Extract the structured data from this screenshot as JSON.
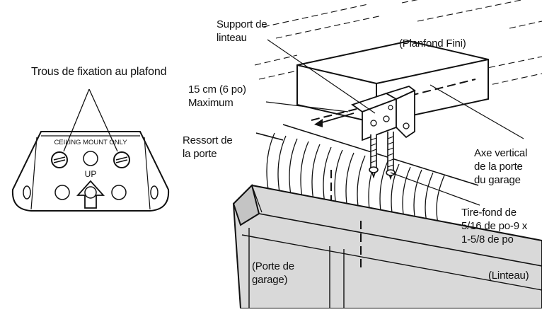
{
  "bracket_view": {
    "holes_label": "Trous de fixation au plafond",
    "plate_text": "CEILING MOUNT ONLY",
    "up_text": "UP"
  },
  "labels": {
    "header_bracket_line1": "Support de",
    "header_bracket_line2": "linteau",
    "finished_ceiling": "(Planfond Fini)",
    "max_distance_line1": "15 cm (6 po)",
    "max_distance_line2": "Maximum",
    "door_spring_line1": "Ressort de",
    "door_spring_line2": "la porte",
    "vertical_axis_line1": "Axe vertical",
    "vertical_axis_line2": "de la porte",
    "vertical_axis_line3": "du garage",
    "lag_screw_line1": "Tire-fond de",
    "lag_screw_line2": "5/16 de po-9 x",
    "lag_screw_line3": "1-5/8 de po",
    "garage_door_line1": "(Porte de",
    "garage_door_line2": "garage)",
    "header": "(Linteau)"
  },
  "colors": {
    "ink": "#111111",
    "door_fill": "#d9d9d9",
    "door_shade": "#c4c4c4",
    "bracket_fill": "#e6e6e6"
  }
}
